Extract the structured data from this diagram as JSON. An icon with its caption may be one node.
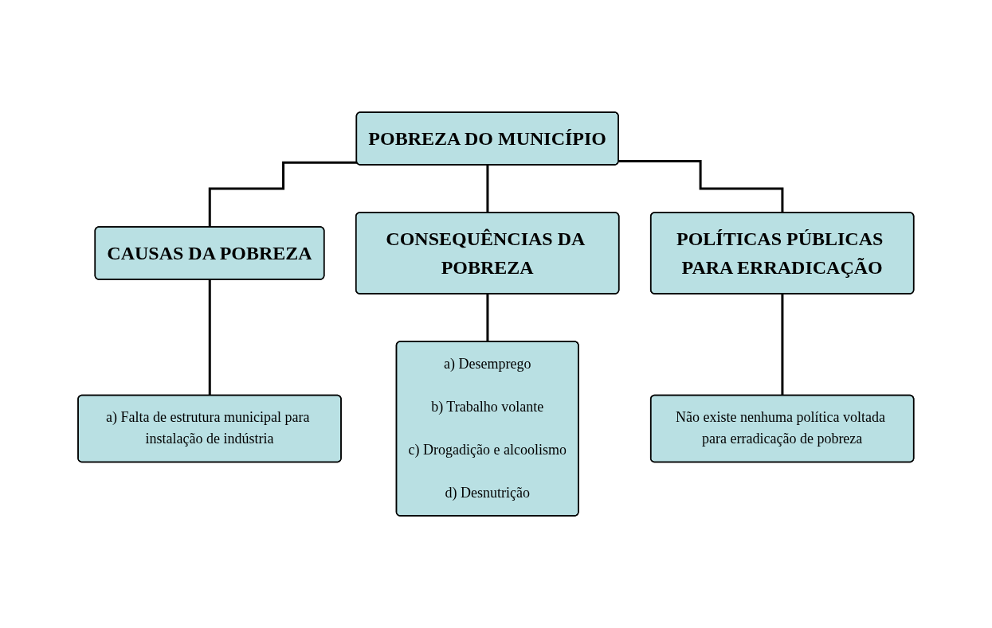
{
  "diagram": {
    "nodes": [
      {
        "text": [
          "POBREZA DO MUNICÍPIO"
        ]
      },
      {
        "text": [
          "CAUSAS DA POBREZA"
        ]
      },
      {
        "text": [
          "CONSEQUÊNCIAS DA POBREZA"
        ]
      },
      {
        "text": [
          "POLÍTICAS PÚBLICAS PARA ERRADICAÇÃO"
        ]
      },
      {
        "text": [
          "a) Falta de estrutura municipal para instalação de indústria"
        ]
      },
      {
        "text": [
          "a) Desemprego",
          "b) Trabalho volante",
          "c) Drogadição e alcoolismo",
          "d) Desnutrição"
        ]
      },
      {
        "text": [
          "Não existe nenhuma política voltada para erradicação de pobreza"
        ]
      }
    ],
    "edges": [
      {
        "from": 0,
        "to": 1,
        "arrow": "none"
      },
      {
        "from": 0,
        "to": 2,
        "arrow": "none"
      },
      {
        "from": 0,
        "to": 3,
        "arrow": "none"
      },
      {
        "from": 1,
        "to": 4,
        "arrow": "none"
      },
      {
        "from": 2,
        "to": 5,
        "arrow": "none"
      },
      {
        "from": 3,
        "to": 6,
        "arrow": "none"
      }
    ]
  }
}
